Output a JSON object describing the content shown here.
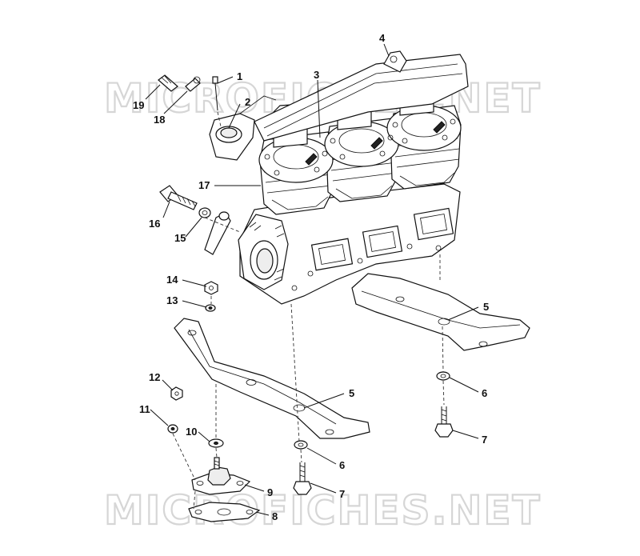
{
  "watermark": {
    "text_top": "MICROFICHES.NET",
    "text_bottom": "MICROFICHES.NET"
  },
  "callouts": {
    "c1": "1",
    "c2": "2",
    "c3": "3",
    "c4": "4",
    "c5a": "5",
    "c5b": "5",
    "c6a": "6",
    "c6b": "6",
    "c7a": "7",
    "c7b": "7",
    "c8": "8",
    "c9": "9",
    "c10": "10",
    "c11": "11",
    "c12": "12",
    "c13": "13",
    "c14": "14",
    "c15": "15",
    "c16": "16",
    "c17": "17",
    "c18": "18",
    "c19": "19"
  },
  "colors": {
    "line": "#111111",
    "watermark": "#d6d6d6",
    "background": "#ffffff"
  }
}
